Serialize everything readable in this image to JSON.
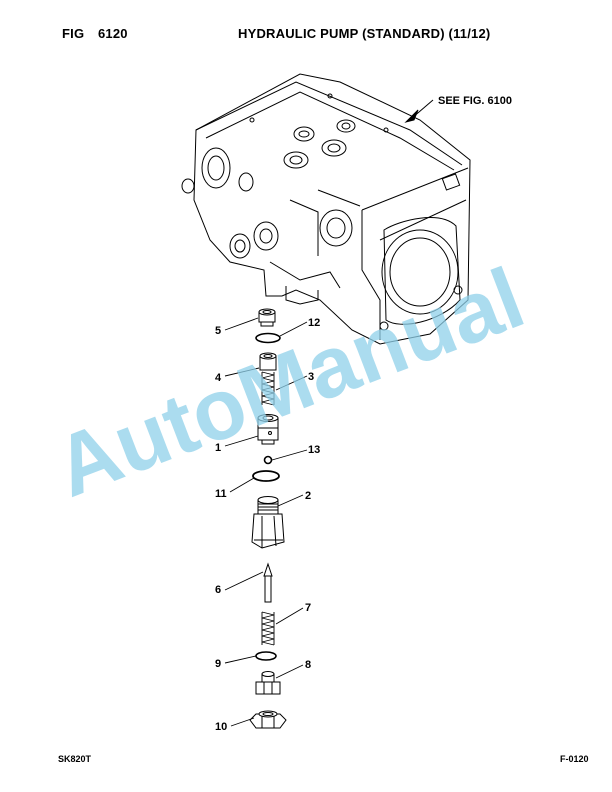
{
  "header": {
    "fig_label": "FIG",
    "fig_number": "6120",
    "title": "HYDRAULIC PUMP (STANDARD) (11/12)"
  },
  "reference_note": "SEE FIG. 6100",
  "callouts": [
    "5",
    "12",
    "4",
    "3",
    "1",
    "13",
    "11",
    "2",
    "6",
    "7",
    "9",
    "8",
    "10"
  ],
  "watermark": "AutoManual",
  "footer": {
    "model": "SK820T",
    "page_code": "F-0120"
  }
}
